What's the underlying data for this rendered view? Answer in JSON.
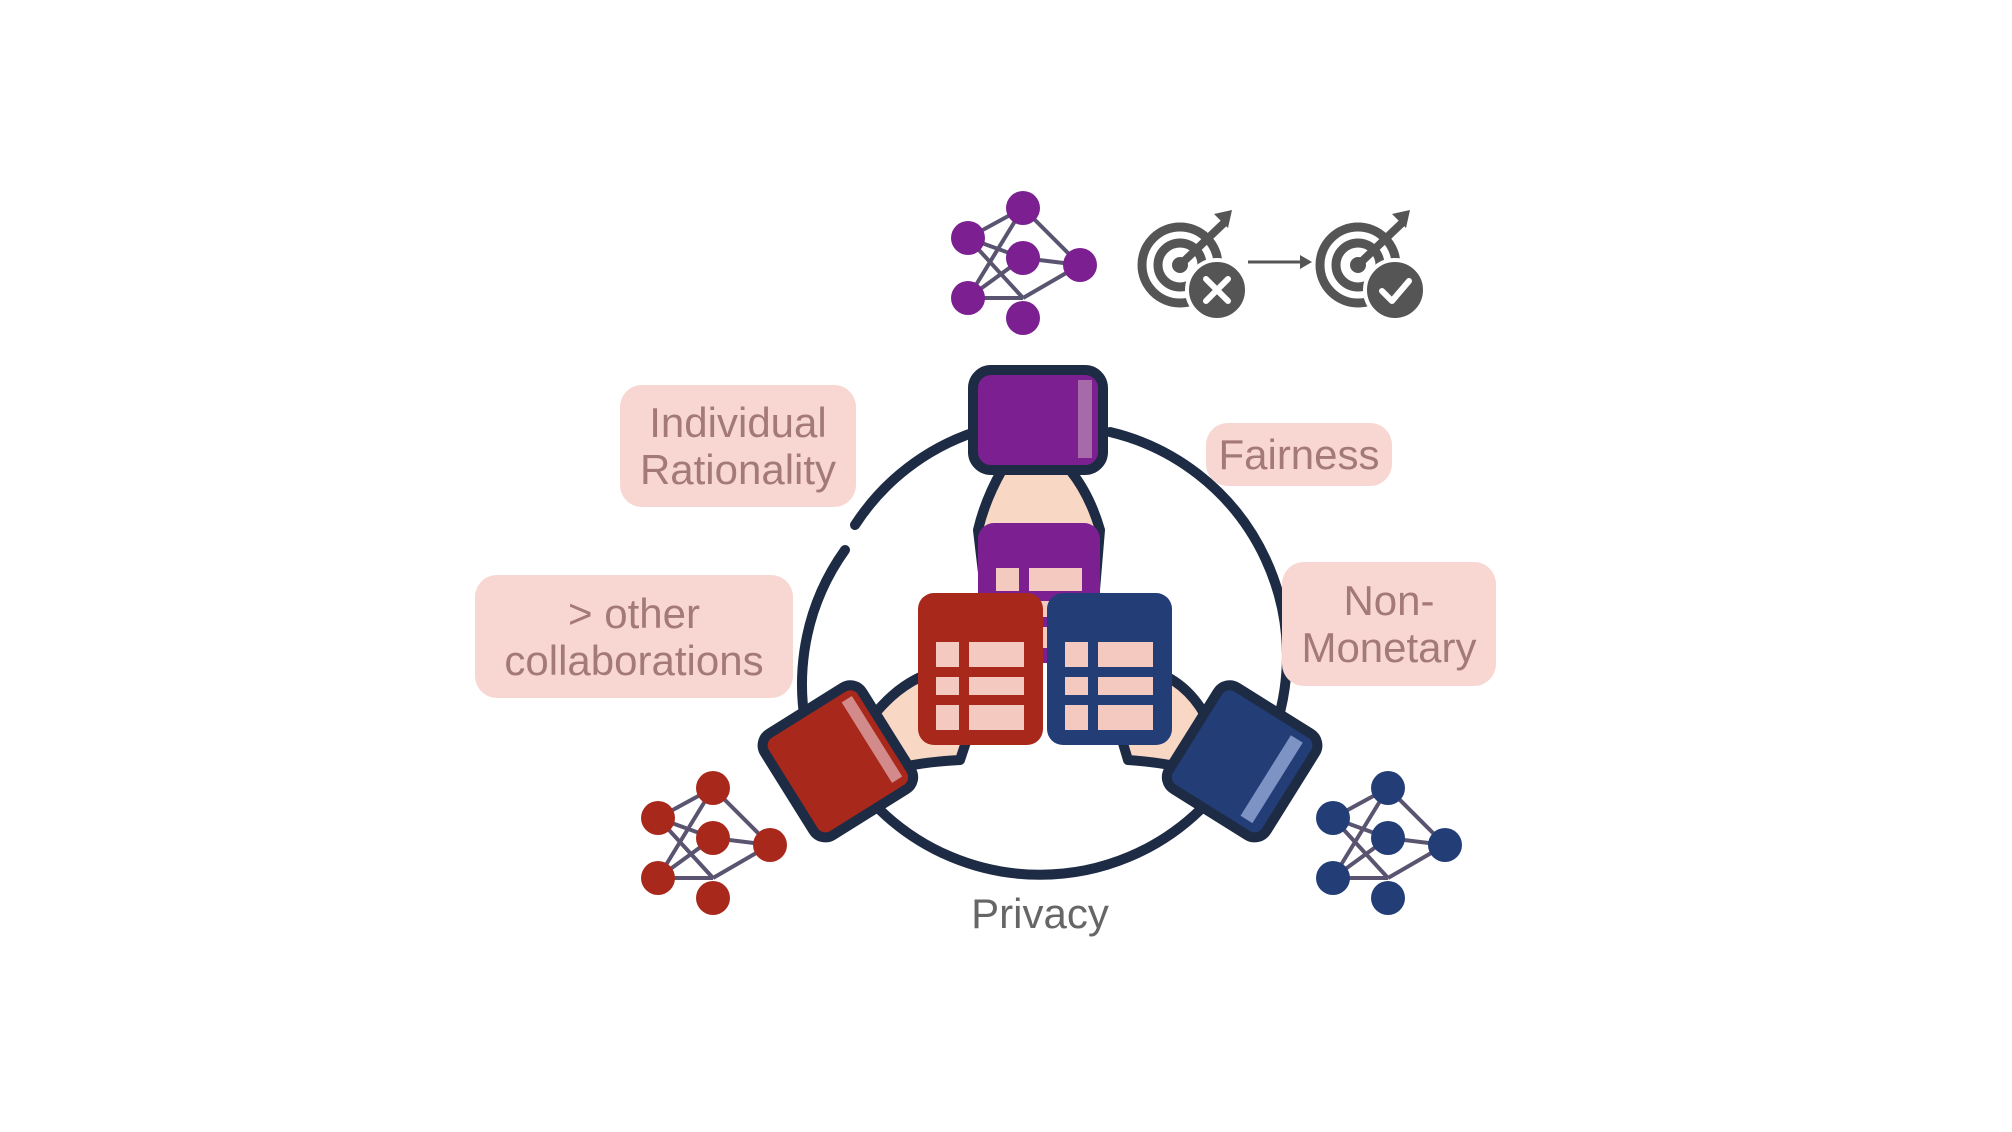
{
  "labels": {
    "individual_rationality": [
      "Individual",
      "Rationality"
    ],
    "fairness": "Fairness",
    "other_collaborations": [
      "> other",
      "collaborations"
    ],
    "non_monetary": [
      "Non-",
      "Monetary"
    ],
    "privacy": "Privacy"
  },
  "icons": {
    "network": "neural-network-icon",
    "target_missed": "target-missed-icon",
    "target_hit": "target-hit-icon",
    "arrow": "arrow-right-icon",
    "data_table": "data-table-icon",
    "hand": "hand-icon"
  },
  "colors": {
    "purple": "#7b1f91",
    "red": "#a8291b",
    "blue": "#233d76",
    "outline": "#1d2b45",
    "skin": "#f8d8c4",
    "label_bg": "#f8d7d2",
    "label_text": "#a47a78",
    "privacy_text": "#666666",
    "target_gray": "#555555",
    "edge": "#5a5470"
  }
}
